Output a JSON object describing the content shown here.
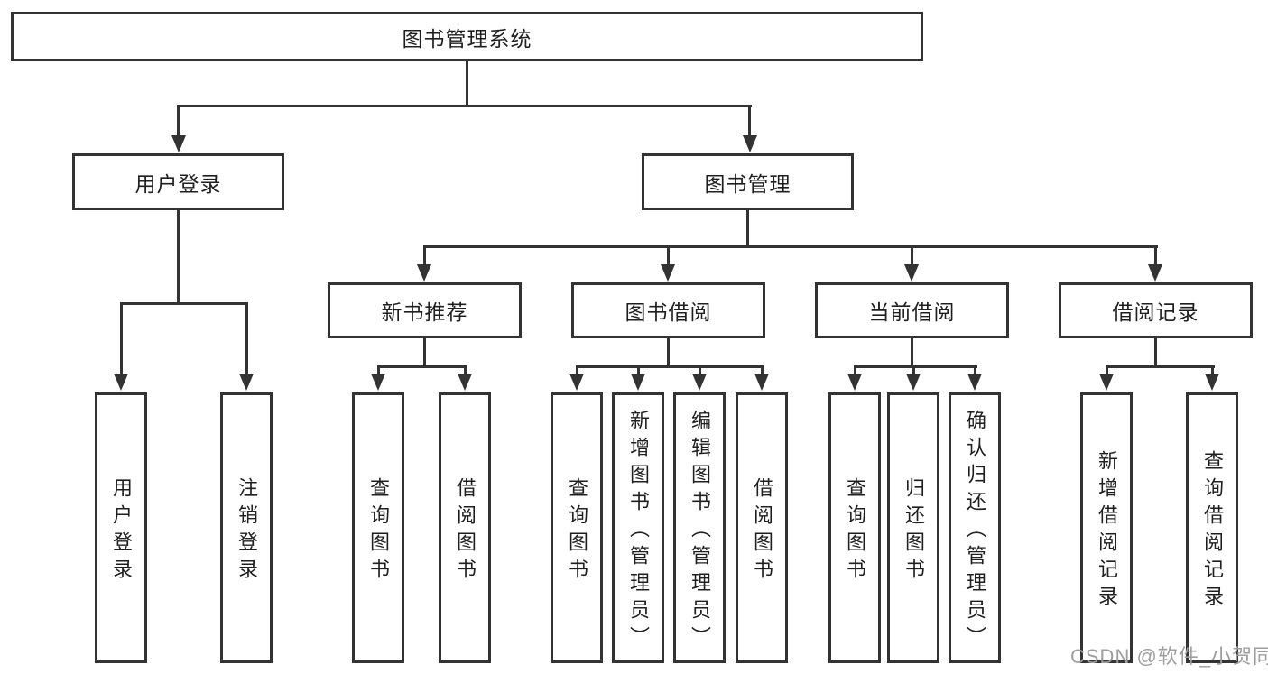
{
  "diagram": {
    "title": "图书管理系统",
    "branches": [
      {
        "label": "用户登录",
        "children": [
          "用户登录",
          "注销登录"
        ]
      },
      {
        "label": "图书管理",
        "sections": [
          {
            "label": "新书推荐",
            "children": [
              "查询图书",
              "借阅图书"
            ]
          },
          {
            "label": "图书借阅",
            "children": [
              "查询图书",
              "新增图书（管理员）",
              "编辑图书（管理员）",
              "借阅图书"
            ]
          },
          {
            "label": "当前借阅",
            "children": [
              "查询图书",
              "归还图书",
              "确认归还（管理员）"
            ]
          },
          {
            "label": "借阅记录",
            "children": [
              "新增借阅记录",
              "查询借阅记录"
            ]
          }
        ]
      }
    ]
  },
  "watermark": "CSDN @软件_小贺同学",
  "colors": {
    "line": "#333333",
    "text": "#1f1f1f",
    "box_fill": "#ffffff",
    "watermark": "#9e9e9e",
    "background": "#ffffff"
  }
}
